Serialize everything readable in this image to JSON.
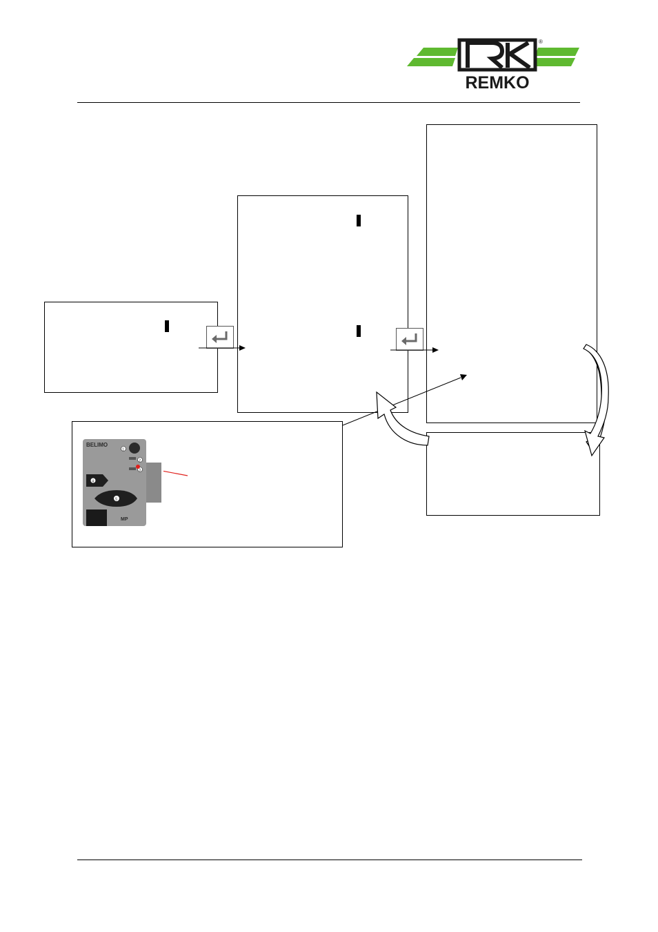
{
  "logo": {
    "brand_text": "REMKO",
    "registered_mark": "®",
    "stripe_color": "#5fb930",
    "mark_color": "#1a1a1a"
  },
  "flow": {
    "enter_key_icon": "return-arrow-icon",
    "arrow_color": "#000000"
  },
  "device_photo": {
    "brand_text": "BELIMO",
    "model_text": "MP",
    "callout_color": "#e0201c",
    "callout_numbers": [
      "1",
      "2",
      "3",
      "4",
      "5"
    ]
  }
}
